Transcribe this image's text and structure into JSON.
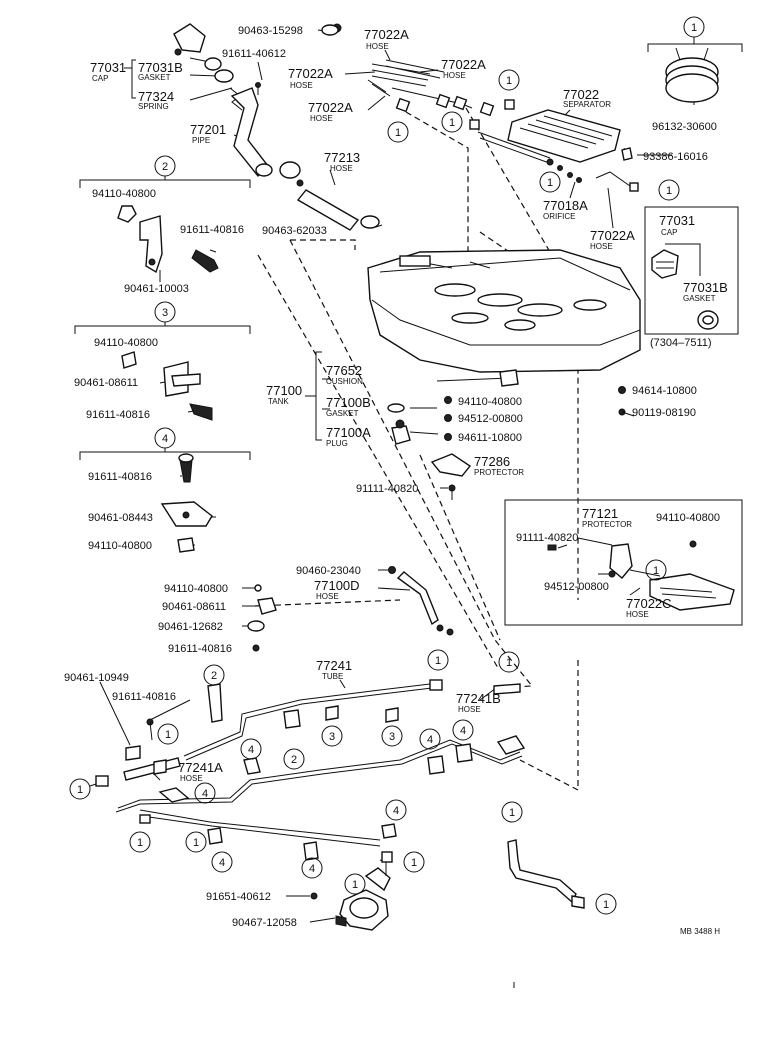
{
  "footer_code": "MB 3488 H",
  "labels": {
    "l1": [
      "90463-15298"
    ],
    "l2": [
      "77022A",
      "HOSE"
    ],
    "l3": [
      "77031",
      "CAP"
    ],
    "l4": [
      "77031B",
      "GASKET"
    ],
    "l5": [
      "91611-40612"
    ],
    "l6": [
      "77022A",
      "HOSE"
    ],
    "l7": [
      "77022A",
      "HOSE"
    ],
    "l8": [
      "77324",
      "SPRING"
    ],
    "l9": [
      "77022A",
      "HOSE"
    ],
    "l10": [
      "77022",
      "SEPARATOR"
    ],
    "l11": [
      "77201",
      "PIPE"
    ],
    "l12": [
      "96132-30600"
    ],
    "l13": [
      "77213",
      "HOSE"
    ],
    "l14": [
      "93386-16016"
    ],
    "l15": [
      "77018A",
      "ORIFICE"
    ],
    "l16": [
      "77022A",
      "HOSE"
    ],
    "l17": [
      "94110-40800"
    ],
    "l18": [
      "90463-62033"
    ],
    "l19": [
      "91611-40816"
    ],
    "l20": [
      "90461-10003"
    ],
    "l21": [
      "77031",
      "CAP"
    ],
    "l22": [
      "77031B",
      "GASKET"
    ],
    "l23": [
      "(7304–7511)"
    ],
    "l24": [
      "94110-40800"
    ],
    "l25": [
      "90461-08611"
    ],
    "l26": [
      "91611-40816"
    ],
    "l27": [
      "77652",
      "CUSHION"
    ],
    "l28": [
      "77100",
      "TANK"
    ],
    "l29": [
      "77100B",
      "GASKET"
    ],
    "l30": [
      "77100A",
      "PLUG"
    ],
    "l31": [
      "94110-40800"
    ],
    "l32": [
      "94512-00800"
    ],
    "l33": [
      "94611-10800"
    ],
    "l34": [
      "94614-10800"
    ],
    "l35": [
      "90119-08190"
    ],
    "l36": [
      "77286",
      "PROTECTOR"
    ],
    "l37": [
      "91111-40820"
    ],
    "l38": [
      "91611-40816"
    ],
    "l39": [
      "90461-08443"
    ],
    "l40": [
      "94110-40800"
    ],
    "l41": [
      "77121",
      "PROTECTOR"
    ],
    "l42": [
      "94110-40800"
    ],
    "l43": [
      "91111-40820"
    ],
    "l44": [
      "94512-00800"
    ],
    "l45": [
      "77022C",
      "HOSE"
    ],
    "l46": [
      "90460-23040"
    ],
    "l47": [
      "77100D",
      "HOSE"
    ],
    "l48": [
      "94110-40800"
    ],
    "l49": [
      "90461-08611"
    ],
    "l50": [
      "90461-12682"
    ],
    "l51": [
      "91611-40816"
    ],
    "l52": [
      "77241",
      "TUBE"
    ],
    "l53": [
      "90461-10949"
    ],
    "l54": [
      "91611-40816"
    ],
    "l55": [
      "77241B",
      "HOSE"
    ],
    "l56": [
      "77241A",
      "HOSE"
    ],
    "l57": [
      "91651-40612"
    ],
    "l58": [
      "90467-12058"
    ]
  },
  "group_markers": [
    "1",
    "2",
    "3",
    "4"
  ]
}
